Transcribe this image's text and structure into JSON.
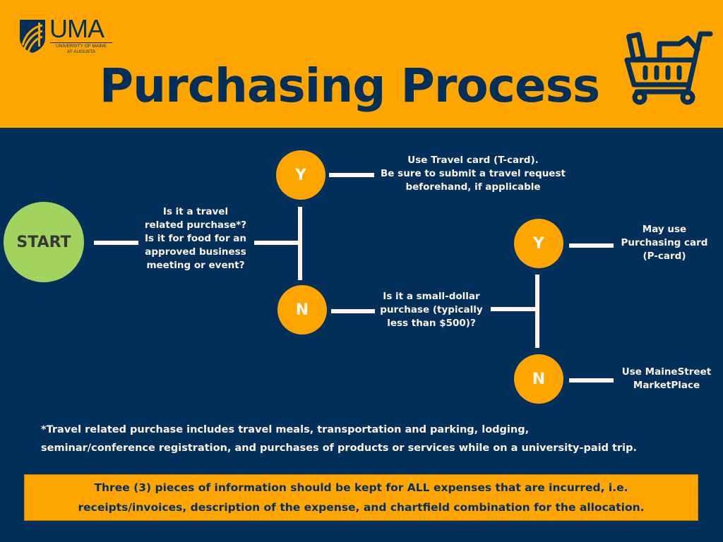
{
  "header": {
    "logo": {
      "name": "UMA",
      "subtitle_line1": "UNIVERSITY OF MAINE",
      "subtitle_line2": "AT AUGUSTA"
    },
    "title": "Purchasing Process",
    "icon": "shopping-cart-icon"
  },
  "colors": {
    "header_bg": "#fea500",
    "body_bg": "#02305a",
    "start_circle": "#a3d35f",
    "decision_circle": "#fea500",
    "connector": "#fdf5e9",
    "text_light": "#fdf5e9",
    "text_dark": "#02305a"
  },
  "flow": {
    "start_label": "START",
    "question1": {
      "lines": [
        "Is it a travel",
        "related purchase*?",
        "Is it for food for an",
        "approved business",
        "meeting or event?"
      ]
    },
    "q1_yes": {
      "label": "Y",
      "outcome_lines": [
        "Use Travel card (T-card).",
        "Be sure to submit a travel request",
        "beforehand, if applicable"
      ]
    },
    "q1_no": {
      "label": "N"
    },
    "question2": {
      "lines": [
        "Is it a small-dollar",
        "purchase (typically",
        "less than $500)?"
      ]
    },
    "q2_yes": {
      "label": "Y",
      "outcome_lines": [
        "May use",
        "Purchasing card",
        "(P-card)"
      ]
    },
    "q2_no": {
      "label": "N",
      "outcome_lines": [
        "Use MaineStreet",
        "MarketPlace"
      ]
    }
  },
  "footnote": {
    "line1": "*Travel related purchase includes travel meals, transportation and parking, lodging,",
    "line2": "seminar/conference registration, and purchases of products or services while on a university-paid trip."
  },
  "note": {
    "line1": "Three (3) pieces of information should be kept for ALL expenses that are incurred, i.e.",
    "line2": "receipts/invoices, description of the expense, and chartfield combination for the allocation."
  }
}
